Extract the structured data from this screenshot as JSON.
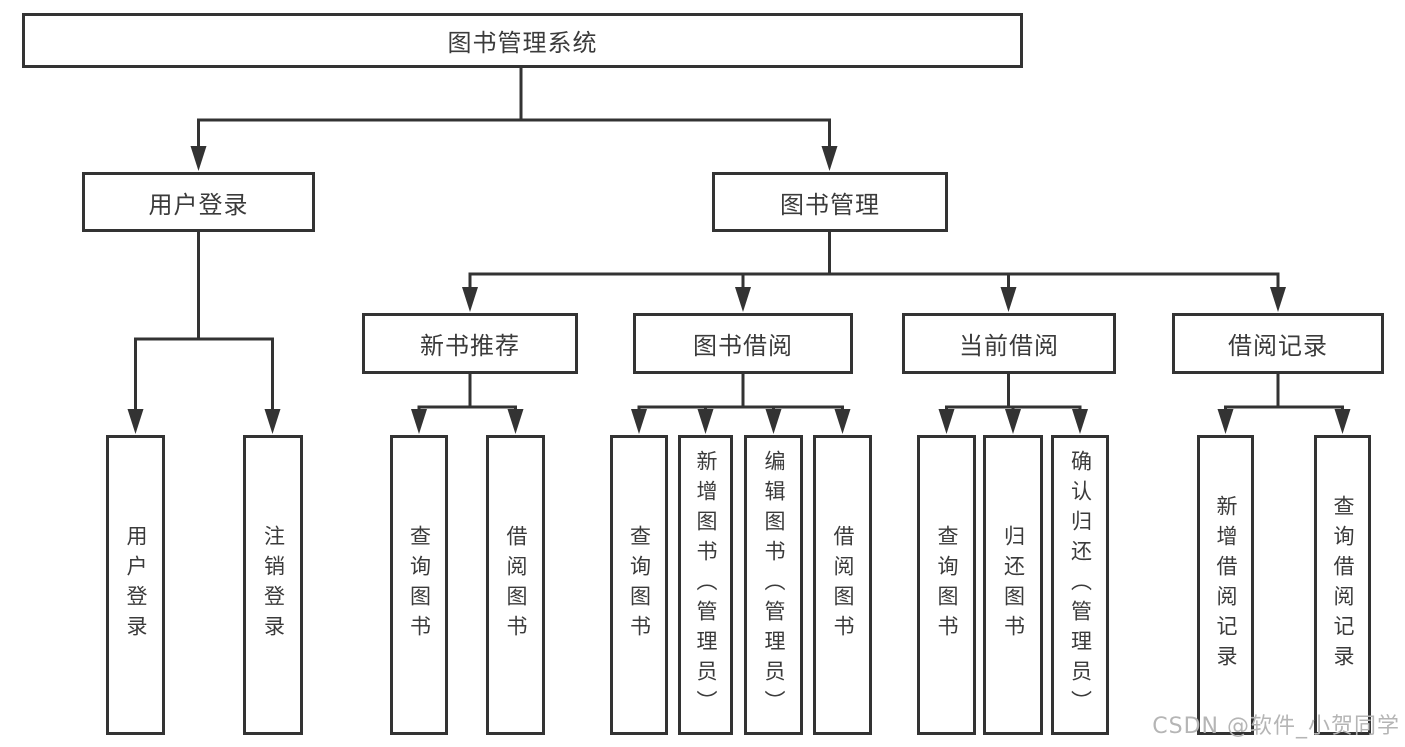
{
  "diagram": {
    "root": {
      "label": "图书管理系统"
    },
    "branches": [
      {
        "label": "用户登录",
        "children": [
          {
            "label": "用户登录"
          },
          {
            "label": "注销登录"
          }
        ]
      },
      {
        "label": "图书管理",
        "children": [
          {
            "label": "新书推荐",
            "children": [
              {
                "label": "查询图书"
              },
              {
                "label": "借阅图书"
              }
            ]
          },
          {
            "label": "图书借阅",
            "children": [
              {
                "label": "查询图书"
              },
              {
                "label": "新增图书（管理员）"
              },
              {
                "label": "编辑图书（管理员）"
              },
              {
                "label": "借阅图书"
              }
            ]
          },
          {
            "label": "当前借阅",
            "children": [
              {
                "label": "查询图书"
              },
              {
                "label": "归还图书"
              },
              {
                "label": "确认归还（管理员）"
              }
            ]
          },
          {
            "label": "借阅记录",
            "children": [
              {
                "label": "新增借阅记录"
              },
              {
                "label": "查询借阅记录"
              }
            ]
          }
        ]
      }
    ]
  },
  "watermark": {
    "text": "CSDN @软件_小贺同学"
  },
  "colors": {
    "line": "#333333",
    "box_border": "#333333",
    "text": "#3b3b3b",
    "watermark": "#b5b5b5",
    "background": "#ffffff"
  }
}
